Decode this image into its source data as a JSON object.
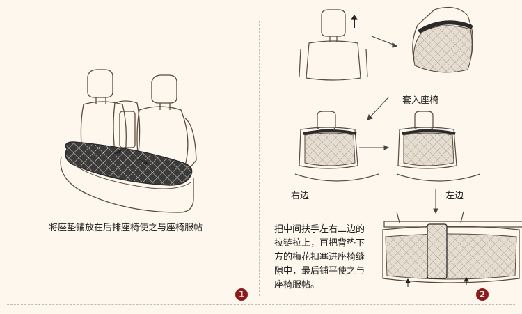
{
  "step1": {
    "caption": "将座垫铺放在后排座椅使之与座椅服帖",
    "badge": "1"
  },
  "step2": {
    "label_insert": "套入座椅",
    "label_right": "右边",
    "label_left": "左边",
    "caption_lines": [
      "把中间扶手左右二边的",
      "拉链拉上，再把背垫下",
      "方的梅花扣塞进座椅缝",
      "隙中，最后铺平使之与",
      "座椅服帖。"
    ],
    "badge": "2"
  },
  "colors": {
    "background": "#fdf7ee",
    "line": "#5a4a3c",
    "pad_dark": "#3a3a3a",
    "pad_light": "#d8cfc3",
    "badge": "#8b1c1c"
  }
}
